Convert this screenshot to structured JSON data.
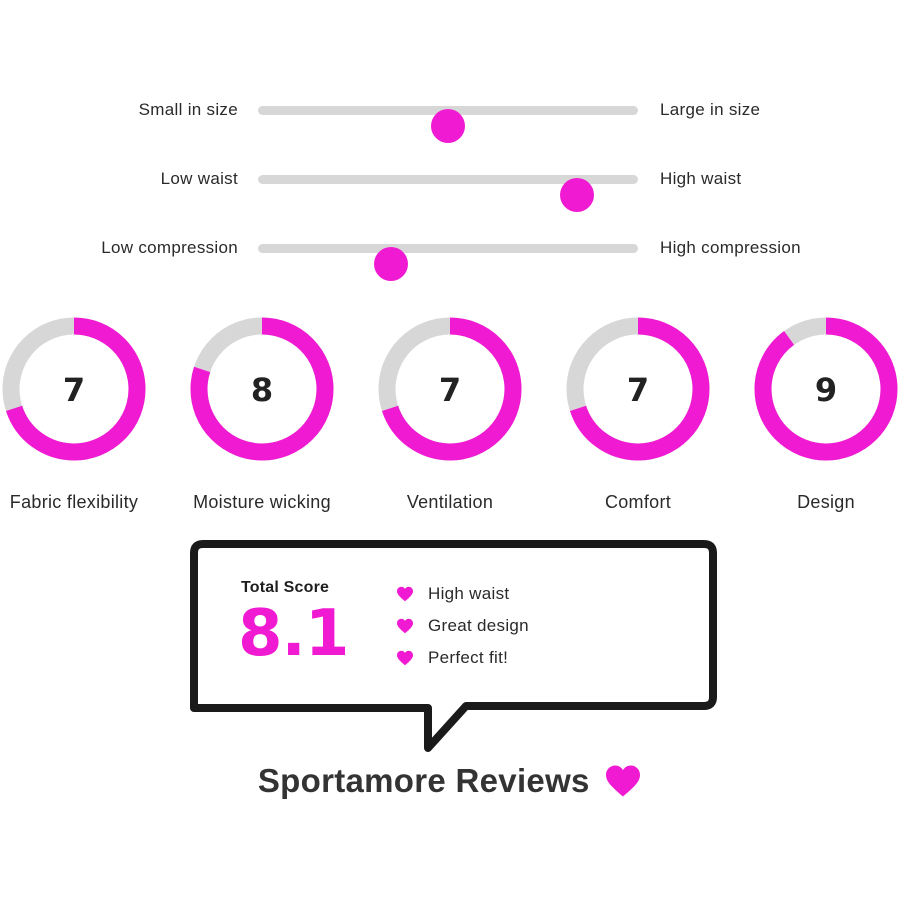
{
  "sliders": [
    {
      "left_label": "Small in size",
      "right_label": "Large in size",
      "value": 0.5
    },
    {
      "left_label": "Low waist",
      "right_label": "High waist",
      "value": 0.84
    },
    {
      "left_label": "Low compression",
      "right_label": "High compression",
      "value": 0.35
    }
  ],
  "ratings": [
    {
      "label": "Fabric flexibility",
      "value": "7",
      "score": 7,
      "max": 10
    },
    {
      "label": "Moisture wicking",
      "value": "8",
      "score": 8,
      "max": 10
    },
    {
      "label": "Ventilation",
      "value": "7",
      "score": 7,
      "max": 10
    },
    {
      "label": "Comfort",
      "value": "7",
      "score": 7,
      "max": 10
    },
    {
      "label": "Design",
      "value": "9",
      "score": 9,
      "max": 10
    }
  ],
  "summary": {
    "title": "Total Score",
    "score": "8.1",
    "highlights": [
      "High waist",
      "Great design",
      "Perfect fit!"
    ]
  },
  "brand": {
    "name": "Sportamore Reviews",
    "heart_icon": "heart-icon"
  },
  "colors": {
    "accent": "#f01ad2",
    "track": "#d7d7d7",
    "text": "#222222",
    "outline": "#1a1a1a"
  }
}
